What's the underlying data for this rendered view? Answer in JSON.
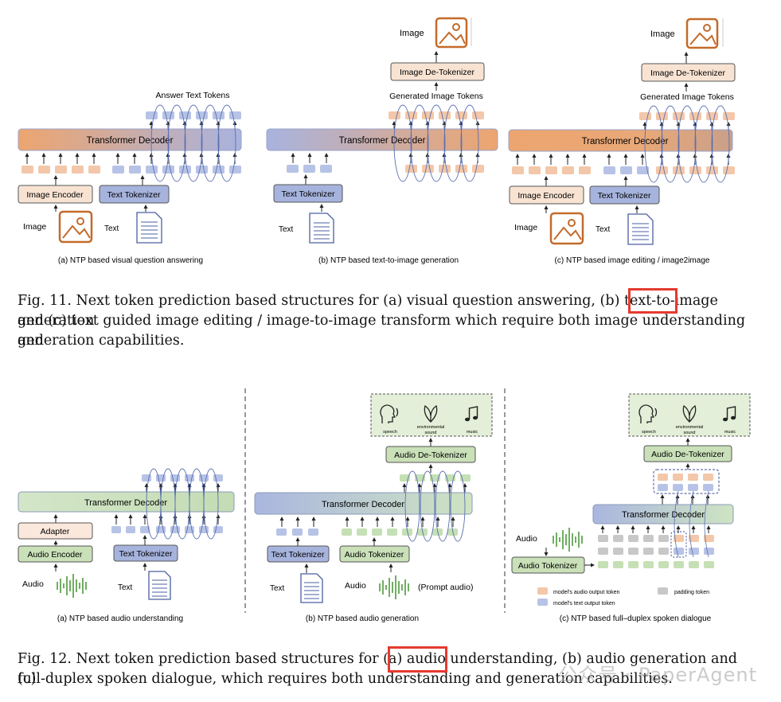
{
  "fig11": {
    "panel_a": {
      "decoder": "Transformer Decoder",
      "answer_tokens": "Answer Text Tokens",
      "image_encoder": "Image Encoder",
      "text_tokenizer": "Text Tokenizer",
      "image_label": "Image",
      "text_label": "Text",
      "caption": "(a) NTP based visual question answering"
    },
    "panel_b": {
      "image_label": "Image",
      "detokenizer": "Image De-Tokenizer",
      "generated_tokens": "Generated Image Tokens",
      "decoder": "Transformer Decoder",
      "text_tokenizer": "Text Tokenizer",
      "text_label": "Text",
      "caption": "(b) NTP based text-to-image generation"
    },
    "panel_c": {
      "image_label": "Image",
      "detokenizer": "Image De-Tokenizer",
      "generated_tokens": "Generated Image Tokens",
      "decoder": "Transformer Decoder",
      "image_encoder": "Image Encoder",
      "text_tokenizer": "Text Tokenizer",
      "image_input_label": "Image",
      "text_label": "Text",
      "caption": "(c) NTP based image editing / image2image"
    },
    "caption_line1": "Fig. 11.  Next token prediction based structures for (a) visual question answering, (b) text-to-image generation",
    "caption_line2": "and (c) text guided image editing / image-to-image transform which require both image understanding and",
    "caption_line3": "generation capabilities."
  },
  "fig12": {
    "panel_a": {
      "decoder": "Transformer Decoder",
      "adapter": "Adapter",
      "audio_encoder": "Audio Encoder",
      "text_tokenizer": "Text Tokenizer",
      "audio_label": "Audio",
      "text_label": "Text",
      "caption": "(a) NTP based audio understanding"
    },
    "panel_b": {
      "speech": "speech",
      "env_sound_1": "environmental",
      "env_sound_2": "sound",
      "music": "music",
      "detokenizer": "Audio De-Tokenizer",
      "decoder": "Transformer Decoder",
      "text_tokenizer": "Text Tokenizer",
      "audio_tokenizer": "Audio Tokenizer",
      "text_label": "Text",
      "audio_label": "Audio",
      "prompt_audio": "(Prompt audio)",
      "caption": "(b) NTP based audio generation"
    },
    "panel_c": {
      "speech": "speech",
      "env_sound_1": "environmental",
      "env_sound_2": "sound",
      "music": "music",
      "detokenizer": "Audio De-Tokenizer",
      "decoder": "Transformer Decoder",
      "audio_label": "Audio",
      "audio_tokenizer": "Audio Tokenizer",
      "legend_audio_out": "model's audio output token",
      "legend_padding": "padding token",
      "legend_text_out": "model's text output token",
      "caption": "(c) NTP based full–duplex spoken dialogue"
    },
    "caption_line1": "Fig. 12.  Next token prediction based structures for (a) audio understanding, (b) audio generation and (c)",
    "caption_line2": "full-duplex spoken dialogue, which requires both understanding and generation capabilities."
  },
  "watermark": "公众号 · PaperAgent",
  "colors": {
    "highlight": "#e53a2f",
    "orange_token": "#f3c7a9",
    "blue_token": "#b7c3e6",
    "green_token": "#c5e0b4",
    "gray_token": "#c8c8c8"
  }
}
